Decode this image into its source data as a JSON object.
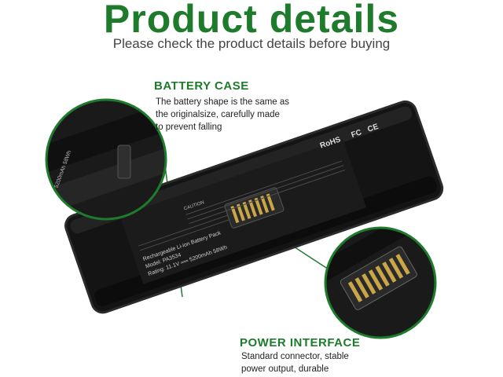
{
  "header": {
    "title": "Product details",
    "subtitle": "Please check the product details before buying"
  },
  "battery_case": {
    "title": "BATTERY CASE",
    "lines": [
      "The battery shape is the same as",
      "the originalsize, carefully made",
      "to prevent falling"
    ]
  },
  "power_interface": {
    "title": "POWER INTERFACE",
    "lines": [
      "Standard connector, stable",
      "power output, durable"
    ]
  },
  "label": {
    "line1": "Rechargeable Li-ion Battery Pack",
    "line2": "Model: PA3534",
    "line3": "Rating: 11.1V ══ 5200mAh 58Wh",
    "caution_title": "CAUTION"
  },
  "marks": [
    "RoHS",
    "FC",
    "CE"
  ],
  "zoom_left_text": "5200mAh 58Wh",
  "colors": {
    "accent": "#1e7b2c",
    "battery": "#141414",
    "battery_edge": "#2b2b2b",
    "gold": "#c9a646"
  }
}
